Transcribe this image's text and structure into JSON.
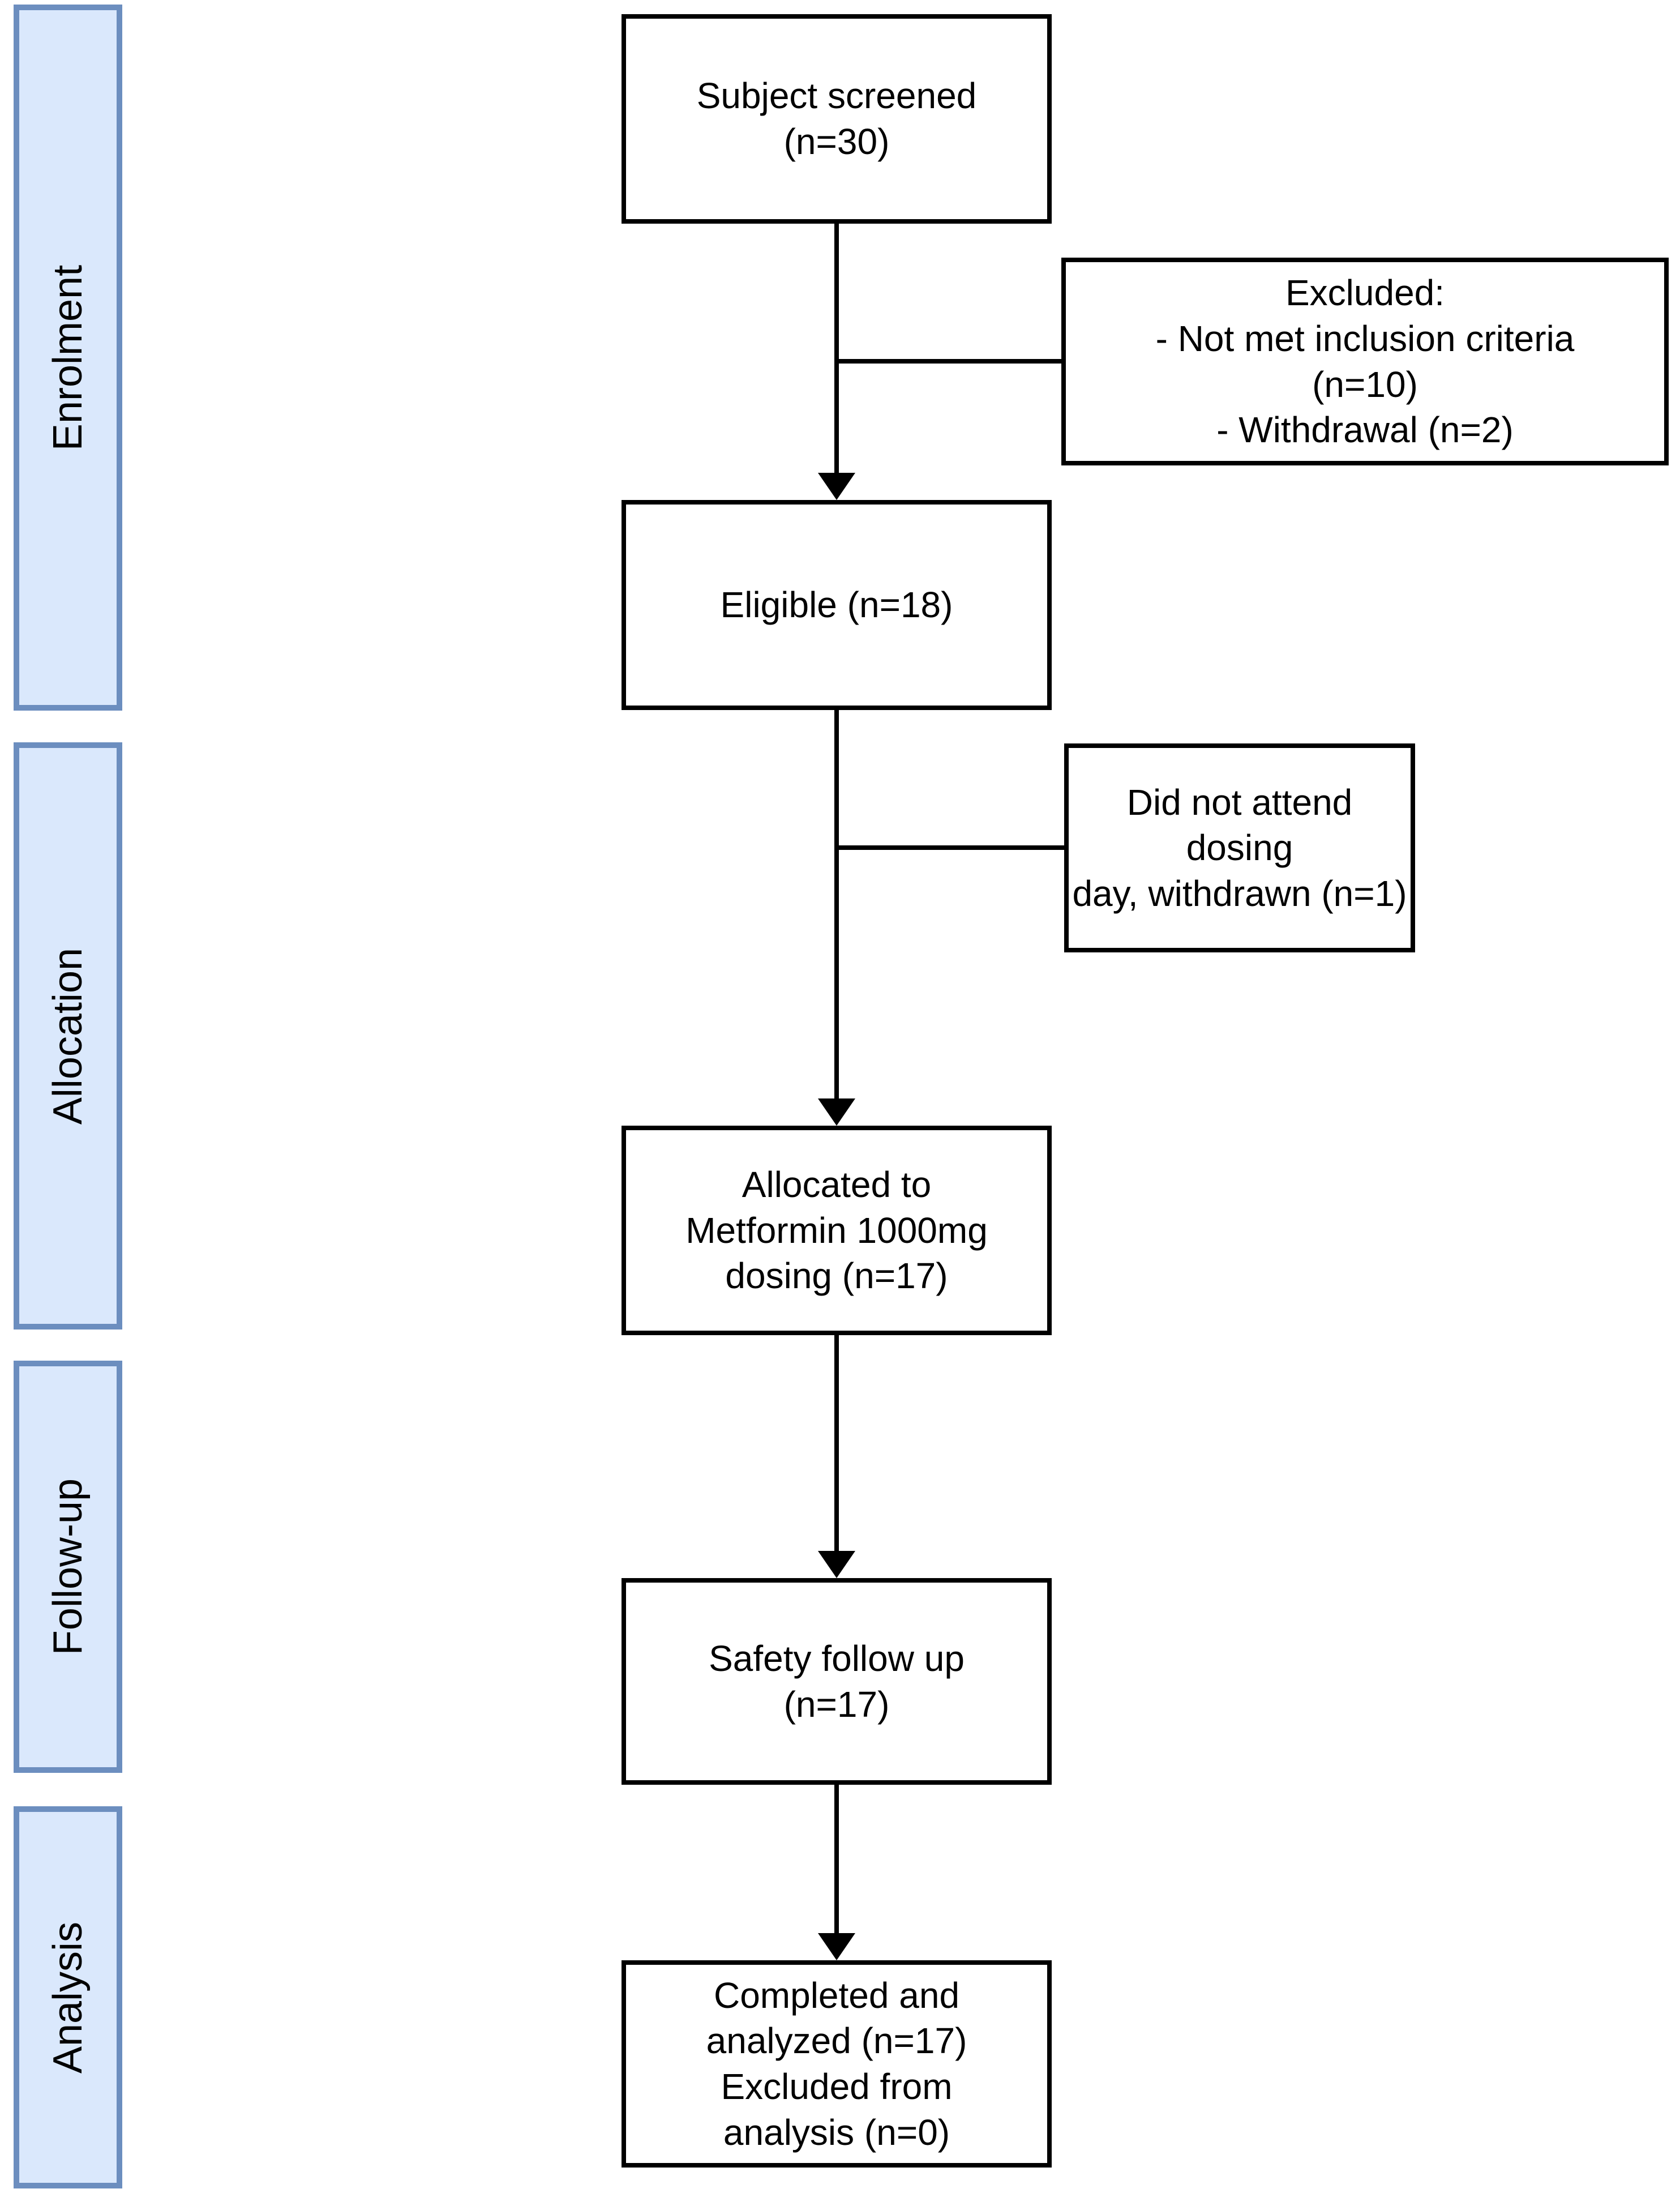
{
  "stages": [
    {
      "label": "Enrolment"
    },
    {
      "label": "Allocation"
    },
    {
      "label": "Follow-up"
    },
    {
      "label": "Analysis"
    }
  ],
  "flow_boxes": [
    {
      "text": "Subject screened\n(n=30)"
    },
    {
      "text": "Eligible (n=18)"
    },
    {
      "text": "Allocated to\nMetformin 1000mg\ndosing (n=17)"
    },
    {
      "text": "Safety follow up\n(n=17)"
    },
    {
      "text": "Completed and\nanalyzed (n=17)\nExcluded from\nanalysis (n=0)"
    }
  ],
  "side_boxes": [
    {
      "text": "Excluded:\n- Not met inclusion criteria\n(n=10)\n- Withdrawal (n=2)"
    },
    {
      "text": "Did not attend dosing\nday, withdrawn (n=1)"
    }
  ],
  "colors": {
    "background": "#ffffff",
    "stage_fill": "#dae8fc",
    "stage_border": "#6c8ebf",
    "box_fill": "#ffffff",
    "box_border": "#000000",
    "connector": "#000000",
    "text": "#000000"
  }
}
